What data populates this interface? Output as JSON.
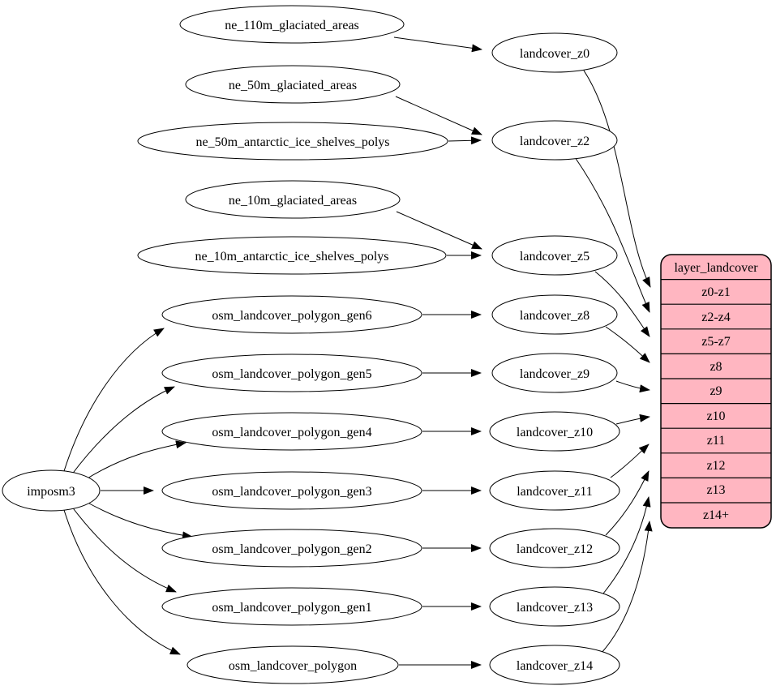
{
  "imposm_node": {
    "label": "imposm3"
  },
  "sources": [
    "ne_110m_glaciated_areas",
    "ne_50m_glaciated_areas",
    "ne_50m_antarctic_ice_shelves_polys",
    "ne_10m_glaciated_areas",
    "ne_10m_antarctic_ice_shelves_polys",
    "osm_landcover_polygon_gen6",
    "osm_landcover_polygon_gen5",
    "osm_landcover_polygon_gen4",
    "osm_landcover_polygon_gen3",
    "osm_landcover_polygon_gen2",
    "osm_landcover_polygon_gen1",
    "osm_landcover_polygon"
  ],
  "intermediates": [
    "landcover_z0",
    "landcover_z2",
    "landcover_z5",
    "landcover_z8",
    "landcover_z9",
    "landcover_z10",
    "landcover_z11",
    "landcover_z12",
    "landcover_z13",
    "landcover_z14"
  ],
  "record": {
    "title": "layer_landcover",
    "rows": [
      "z0-z1",
      "z2-z4",
      "z5-z7",
      "z8",
      "z9",
      "z10",
      "z11",
      "z12",
      "z13",
      "z14+"
    ],
    "fill_color": "#ffb6c1",
    "border_color": "#000000"
  },
  "colors": {
    "edge": "#000000",
    "node_fill": "#ffffff",
    "background": "#ffffff"
  },
  "edges": [
    {
      "from": "ne_110m_glaciated_areas",
      "to": "landcover_z0"
    },
    {
      "from": "ne_50m_glaciated_areas",
      "to": "landcover_z2"
    },
    {
      "from": "ne_50m_antarctic_ice_shelves_polys",
      "to": "landcover_z2"
    },
    {
      "from": "ne_10m_glaciated_areas",
      "to": "landcover_z5"
    },
    {
      "from": "ne_10m_antarctic_ice_shelves_polys",
      "to": "landcover_z5"
    },
    {
      "from": "osm_landcover_polygon_gen6",
      "to": "landcover_z8"
    },
    {
      "from": "osm_landcover_polygon_gen5",
      "to": "landcover_z9"
    },
    {
      "from": "osm_landcover_polygon_gen4",
      "to": "landcover_z10"
    },
    {
      "from": "osm_landcover_polygon_gen3",
      "to": "landcover_z11"
    },
    {
      "from": "osm_landcover_polygon_gen2",
      "to": "landcover_z12"
    },
    {
      "from": "osm_landcover_polygon_gen1",
      "to": "landcover_z13"
    },
    {
      "from": "osm_landcover_polygon",
      "to": "landcover_z14"
    },
    {
      "from": "imposm3",
      "to": "osm_landcover_polygon_gen6"
    },
    {
      "from": "imposm3",
      "to": "osm_landcover_polygon_gen5"
    },
    {
      "from": "imposm3",
      "to": "osm_landcover_polygon_gen4"
    },
    {
      "from": "imposm3",
      "to": "osm_landcover_polygon_gen3"
    },
    {
      "from": "imposm3",
      "to": "osm_landcover_polygon_gen2"
    },
    {
      "from": "imposm3",
      "to": "osm_landcover_polygon_gen1"
    },
    {
      "from": "imposm3",
      "to": "osm_landcover_polygon"
    },
    {
      "from": "landcover_z0",
      "to": "layer_landcover:z0-z1"
    },
    {
      "from": "landcover_z2",
      "to": "layer_landcover:z2-z4"
    },
    {
      "from": "landcover_z5",
      "to": "layer_landcover:z5-z7"
    },
    {
      "from": "landcover_z8",
      "to": "layer_landcover:z8"
    },
    {
      "from": "landcover_z9",
      "to": "layer_landcover:z9"
    },
    {
      "from": "landcover_z10",
      "to": "layer_landcover:z10"
    },
    {
      "from": "landcover_z11",
      "to": "layer_landcover:z11"
    },
    {
      "from": "landcover_z12",
      "to": "layer_landcover:z12"
    },
    {
      "from": "landcover_z13",
      "to": "layer_landcover:z13"
    },
    {
      "from": "landcover_z14",
      "to": "layer_landcover:z14+"
    }
  ]
}
